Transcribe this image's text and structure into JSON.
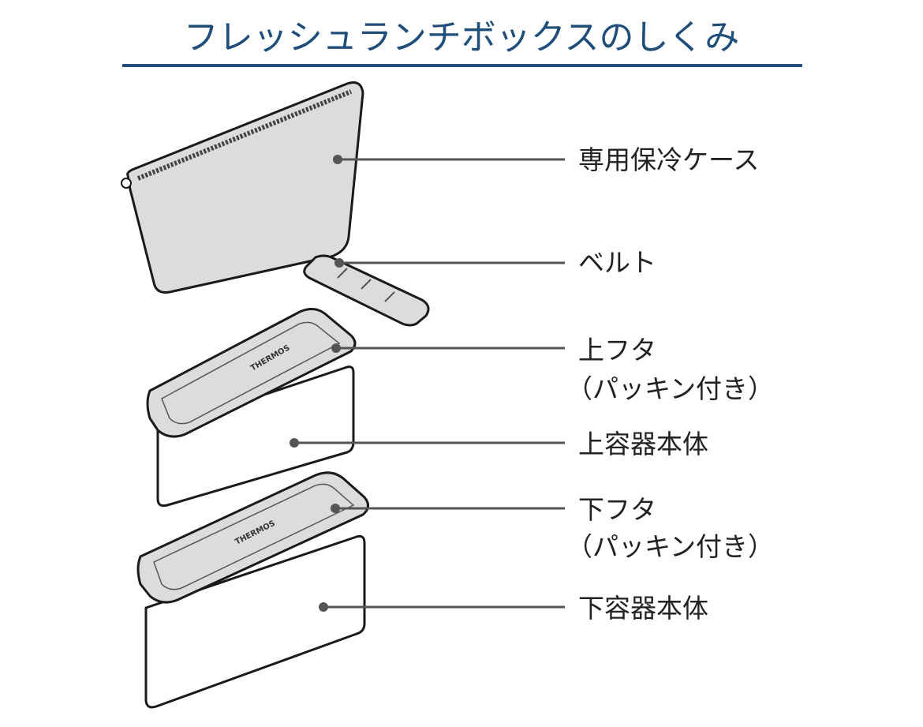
{
  "title": "フレッシュランチボックスのしくみ",
  "colors": {
    "title": "#1f4e7a",
    "part_fill": "#dcdcdc",
    "leader": "#555555"
  },
  "brand": "THERMOS",
  "parts": [
    {
      "id": "case",
      "label": "専用保冷ケース"
    },
    {
      "id": "belt",
      "label": "ベルト"
    },
    {
      "id": "upper-lid",
      "label": "上フタ",
      "sub": "（パッキン付き）"
    },
    {
      "id": "upper-container",
      "label": "上容器本体"
    },
    {
      "id": "lower-lid",
      "label": "下フタ",
      "sub": "（パッキン付き）"
    },
    {
      "id": "lower-container",
      "label": "下容器本体"
    }
  ]
}
